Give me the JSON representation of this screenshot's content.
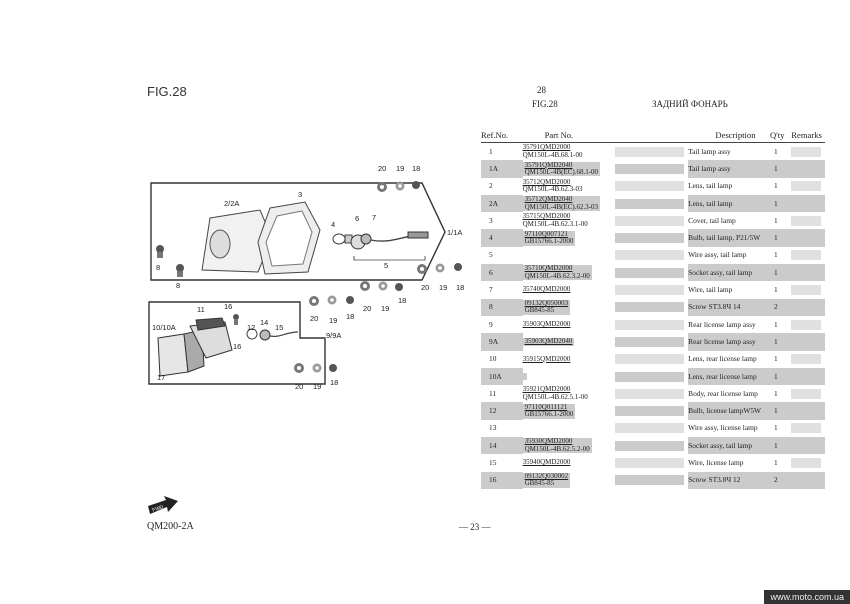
{
  "header": {
    "fig_title": "FIG.28",
    "page_number": "28",
    "fig_sub": "FIG.28",
    "fig_name": "ЗАДНИЙ ФОНАРЬ"
  },
  "table": {
    "headers": {
      "ref": "Ref.No.",
      "part": "Part No.",
      "desc": "Description",
      "qty": "Q'ty",
      "remarks": "Remarks"
    },
    "rows": [
      {
        "ref": "1",
        "pn1": "35791QMD2000",
        "pn2": "QM150L-4B.68.1-00",
        "desc": "Tail lamp assy",
        "qty": "1",
        "shade": false
      },
      {
        "ref": "1A",
        "pn1": "35791QMD2040",
        "pn2": "QM150L-4B(EC).68.1-00",
        "desc": "Tail lamp assy",
        "qty": "1",
        "shade": true
      },
      {
        "ref": "2",
        "pn1": "35712QMD2000",
        "pn2": "QM150L-4B.62.3-03",
        "desc": "Lens, tail lamp",
        "qty": "1",
        "shade": false
      },
      {
        "ref": "2A",
        "pn1": "35712QMD2040",
        "pn2": "QM150L-4B(EC).62.3-03",
        "desc": "Lens, tail lamp",
        "qty": "1",
        "shade": true
      },
      {
        "ref": "3",
        "pn1": "35715QMD2000",
        "pn2": "QM150L-4B.62.3.1-00",
        "desc": "Cover, tail lamp",
        "qty": "1",
        "shade": false
      },
      {
        "ref": "4",
        "pn1": "97110Q007121",
        "pn2": "GB15766.1-2000",
        "desc": "Bulb, tail lamp, P21/5W",
        "qty": "1",
        "shade": true
      },
      {
        "ref": "5",
        "pn1": "",
        "pn2": "",
        "desc": "Wire assy, tail lamp",
        "qty": "1",
        "shade": false
      },
      {
        "ref": "6",
        "pn1": "35710QMD2000",
        "pn2": "QM150L-4B.62.3.2-00",
        "desc": "Socket assy, tail lamp",
        "qty": "1",
        "shade": true
      },
      {
        "ref": "7",
        "pn1": "35740QMD2000",
        "pn2": "",
        "desc": "Wire, tail lamp",
        "qty": "1",
        "shade": false
      },
      {
        "ref": "8",
        "pn1": "09132Q050003",
        "pn2": "GB845-85",
        "desc": "Screw ST3.8Ч 14",
        "qty": "2",
        "shade": true
      },
      {
        "ref": "9",
        "pn1": "35903QMD2000",
        "pn2": "",
        "desc": "Rear license lamp assy",
        "qty": "1",
        "shade": false
      },
      {
        "ref": "9A",
        "pn1": "35903QMD2040",
        "pn2": "",
        "desc": "Rear license lamp assy",
        "qty": "1",
        "shade": true
      },
      {
        "ref": "10",
        "pn1": "35915QMD2000",
        "pn2": "",
        "desc": "Lens, rear license lamp",
        "qty": "1",
        "shade": false
      },
      {
        "ref": "10A",
        "pn1": "",
        "pn2": "",
        "desc": "Lens, rear license lamp",
        "qty": "1",
        "shade": true
      },
      {
        "ref": "11",
        "pn1": "35921QMD2000",
        "pn2": "QM150L-4B.62.5.1-00",
        "desc": "Body, rear license lamp",
        "qty": "1",
        "shade": false
      },
      {
        "ref": "12",
        "pn1": "97110Q011121",
        "pn2": "GB15766.1-2000",
        "desc": "Bulb, license lampW5W",
        "qty": "1",
        "shade": true
      },
      {
        "ref": "13",
        "pn1": "",
        "pn2": "",
        "desc": "Wire assy, license lamp",
        "qty": "1",
        "shade": false
      },
      {
        "ref": "14",
        "pn1": "35930QMD2000",
        "pn2": "QM150L-4B.62.5.2-00",
        "desc": "Socket assy, tail lamp",
        "qty": "1",
        "shade": true
      },
      {
        "ref": "15",
        "pn1": "35940QMD2000",
        "pn2": "",
        "desc": "Wire, license lamp",
        "qty": "1",
        "shade": false
      },
      {
        "ref": "16",
        "pn1": "09132Q030002",
        "pn2": "GB845-85",
        "desc": "Screw ST3.8Ч 12",
        "qty": "2",
        "shade": true
      }
    ]
  },
  "diagram": {
    "callouts": {
      "c20a": "20",
      "c19a": "19",
      "c18a": "18",
      "c2": "2/2A",
      "c3": "3",
      "c6": "6",
      "c7": "7",
      "c4": "4",
      "c1": "1/1A",
      "c5": "5",
      "c8a": "8",
      "c8b": "8",
      "c20b": "20",
      "c19b": "19",
      "c18b": "18",
      "c20c": "20",
      "c19c": "19",
      "c18c": "18",
      "c16": "16",
      "c11": "11",
      "c10": "10/10A",
      "c14": "14",
      "c15": "15",
      "c12": "12",
      "c16b": "16",
      "c9": "9/9A",
      "c17": "17",
      "c20d": "20",
      "c19d": "19",
      "c18d": "18",
      "c20e": "20",
      "c19e": "19",
      "c18e": "18"
    }
  },
  "footer": {
    "model": "QM200-2A",
    "page": "— 23 —",
    "fwd": "FWD",
    "watermark": "www.moto.com.ua"
  }
}
